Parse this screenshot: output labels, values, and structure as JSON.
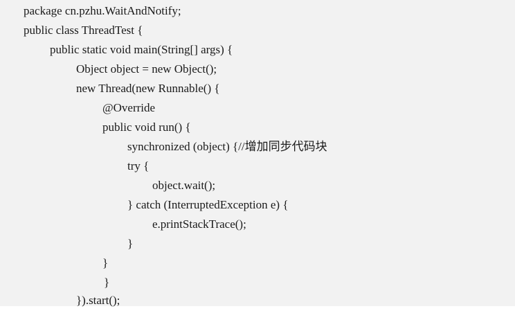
{
  "code": {
    "lines": [
      "package cn.pzhu.WaitAndNotify;",
      "public class ThreadTest {",
      "public static void main(String[] args) {",
      "Object object = new Object();",
      "new Thread(new Runnable() {",
      "@Override",
      "public void run() {",
      "synchronized (object) {//增加同步代码块",
      "try {",
      "object.wait();",
      "} catch (InterruptedException e) {",
      "e.printStackTrace();",
      "}",
      "}",
      "}",
      "}).start();"
    ]
  }
}
